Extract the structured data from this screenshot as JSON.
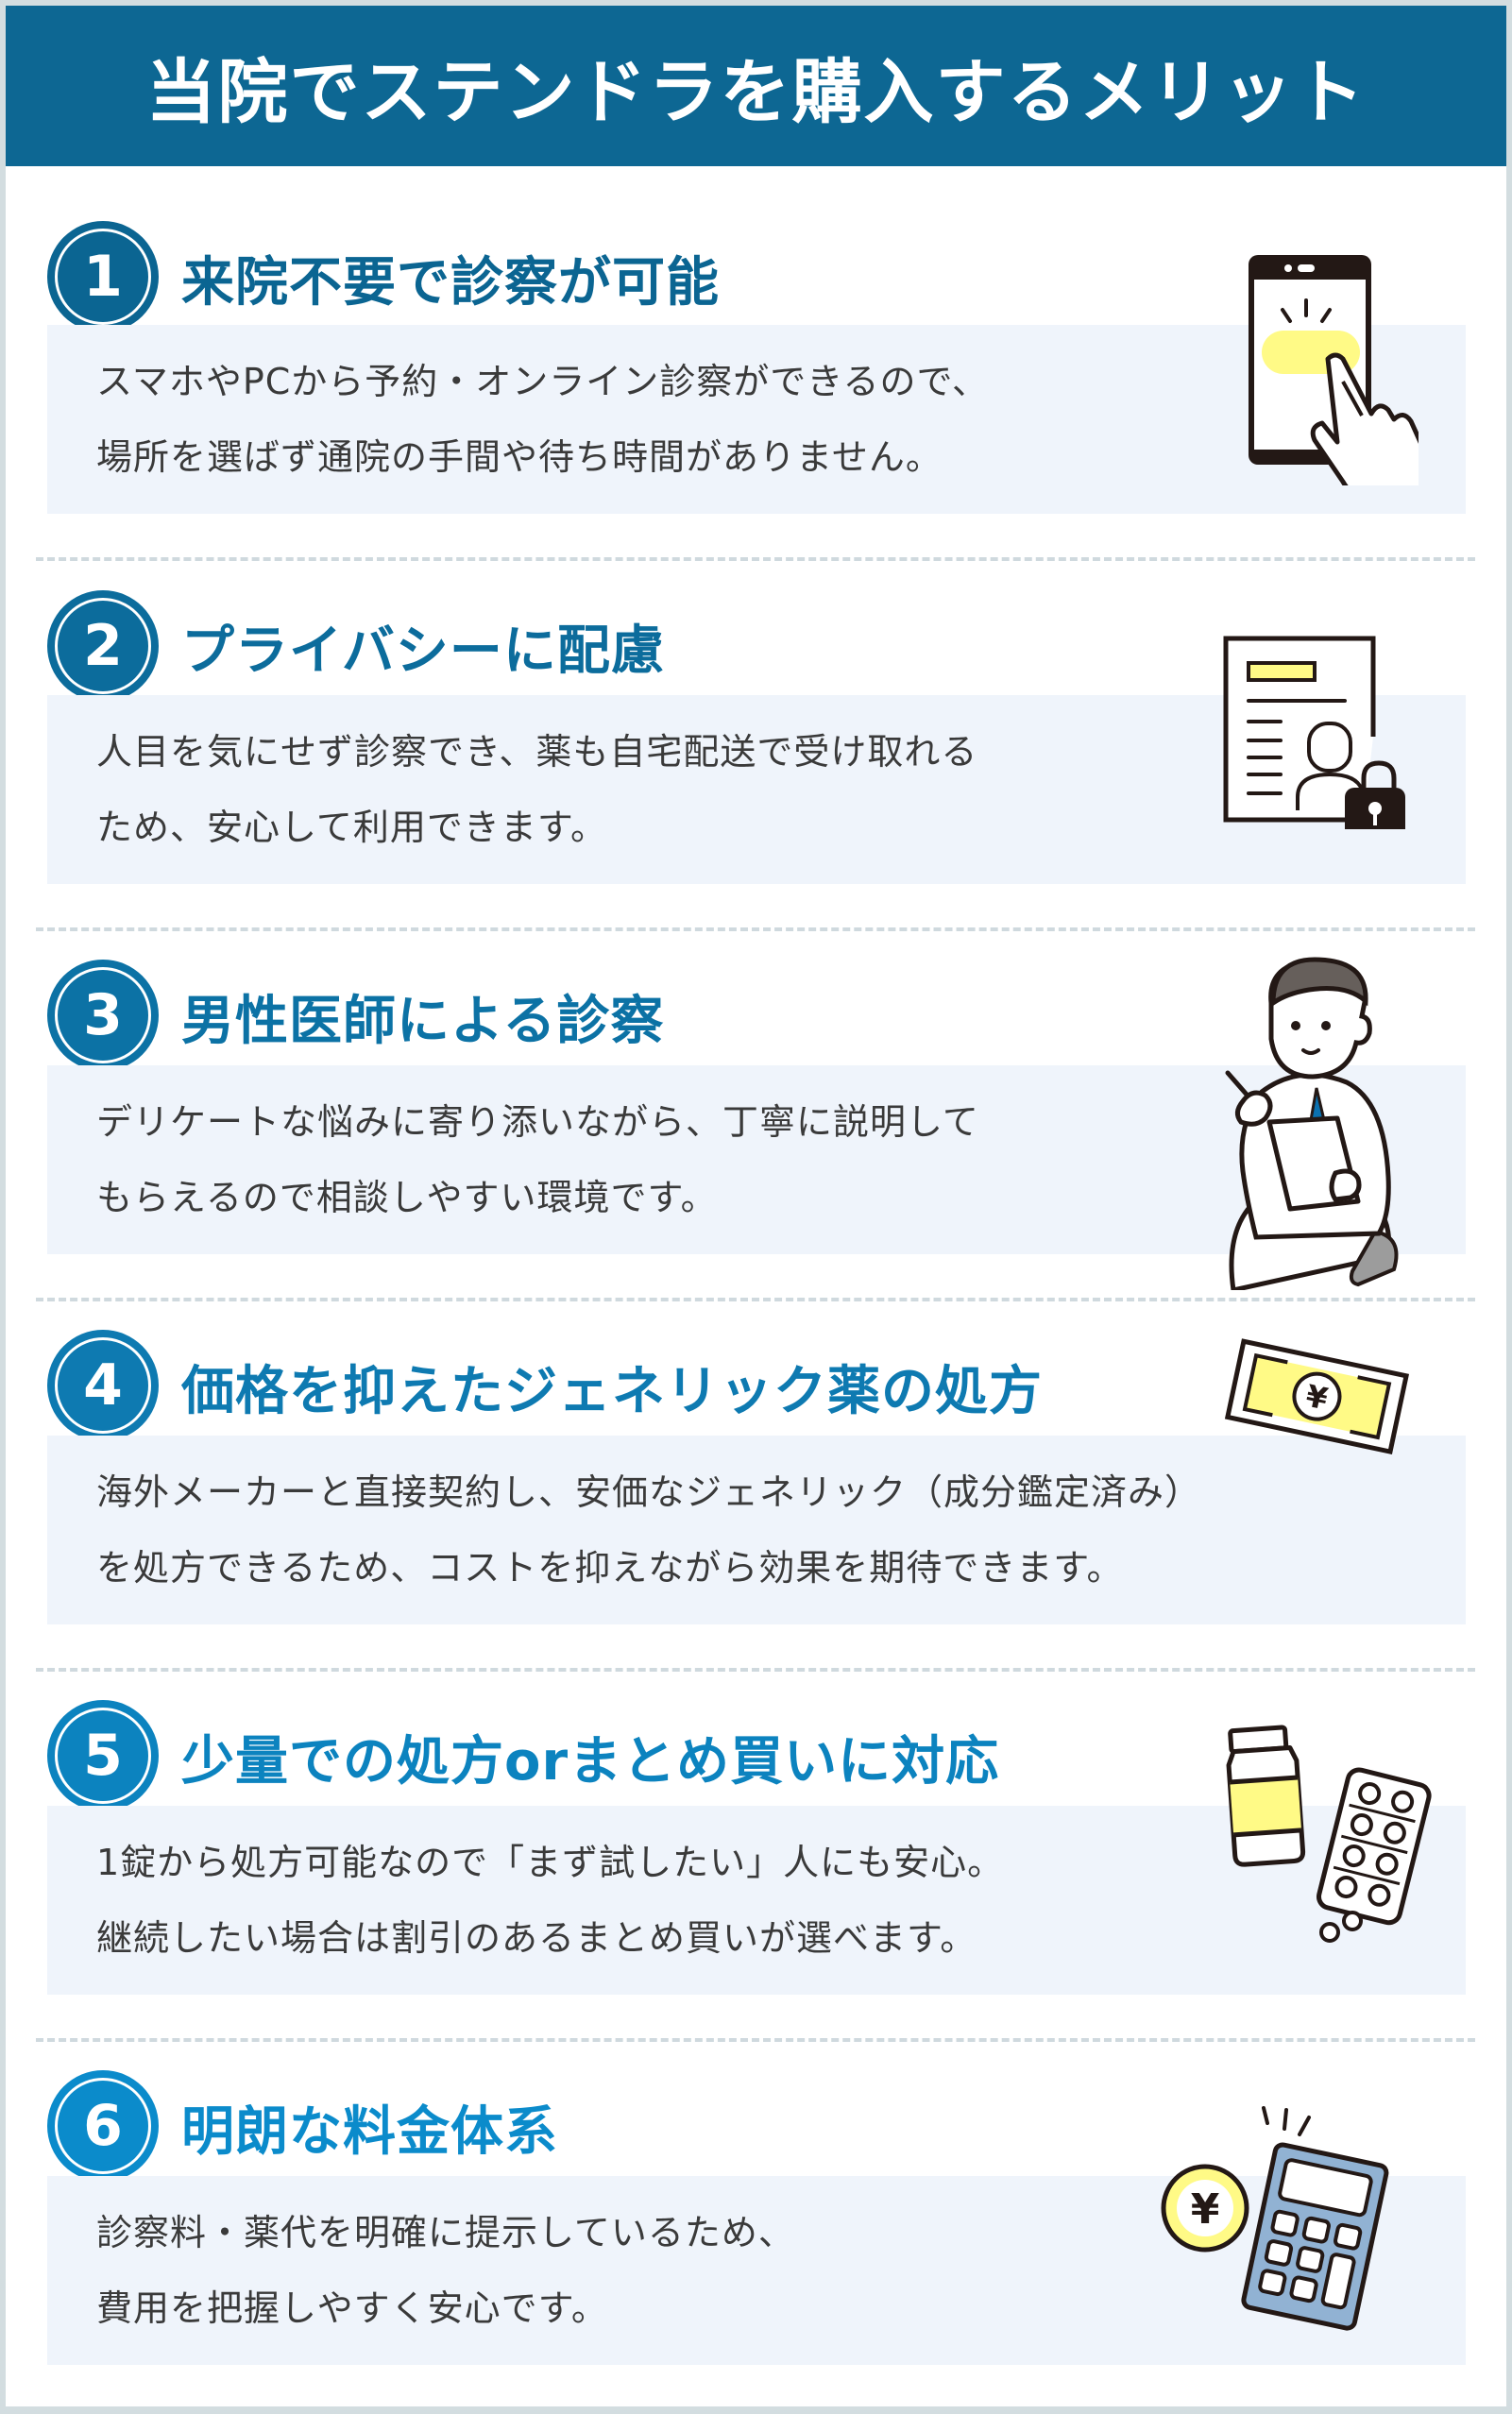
{
  "header": {
    "title": "当院でステンドラを購入するメリット"
  },
  "colors": {
    "header_bg": "#0d6793",
    "accent_1": "#0b6592",
    "accent_2": "#0c6c9c",
    "accent_3": "#0c72a5",
    "accent_4": "#0e7ab1",
    "accent_5": "#0c83bf",
    "accent_6": "#0b8bcb",
    "desc_bg": "#eff4fb",
    "text": "#3a3a3a",
    "highlight_yellow": "#fffc8a"
  },
  "items": [
    {
      "number": "1",
      "title": "来院不要で診察が可能",
      "description": "スマホやPCから予約・オンライン診察ができるので、\n場所を選ばず通院の手間や待ち時間がありません。",
      "icon": "smartphone-tap-icon"
    },
    {
      "number": "2",
      "title": "プライバシーに配慮",
      "description": "人目を気にせず診察でき、薬も自宅配送で受け取れる\nため、安心して利用できます。",
      "icon": "document-lock-icon"
    },
    {
      "number": "3",
      "title": "男性医師による診察",
      "description": "デリケートな悩みに寄り添いながら、丁寧に説明して\nもらえるので相談しやすい環境です。",
      "icon": "male-doctor-icon"
    },
    {
      "number": "4",
      "title": "価格を抑えたジェネリック薬の処方",
      "description": "海外メーカーと直接契約し、安価なジェネリック（成分鑑定済み）\nを処方できるため、コストを抑えながら効果を期待できます。",
      "icon": "yen-bill-icon"
    },
    {
      "number": "5",
      "title": "少量での処方orまとめ買いに対応",
      "description": "1錠から処方可能なので「まず試したい」人にも安心。\n継続したい場合は割引のあるまとめ買いが選べます。",
      "icon": "medicine-bottle-pills-icon"
    },
    {
      "number": "6",
      "title": "明朗な料金体系",
      "description": "診察料・薬代を明確に提示しているため、\n費用を把握しやすく安心です。",
      "icon": "calculator-yen-icon"
    }
  ]
}
